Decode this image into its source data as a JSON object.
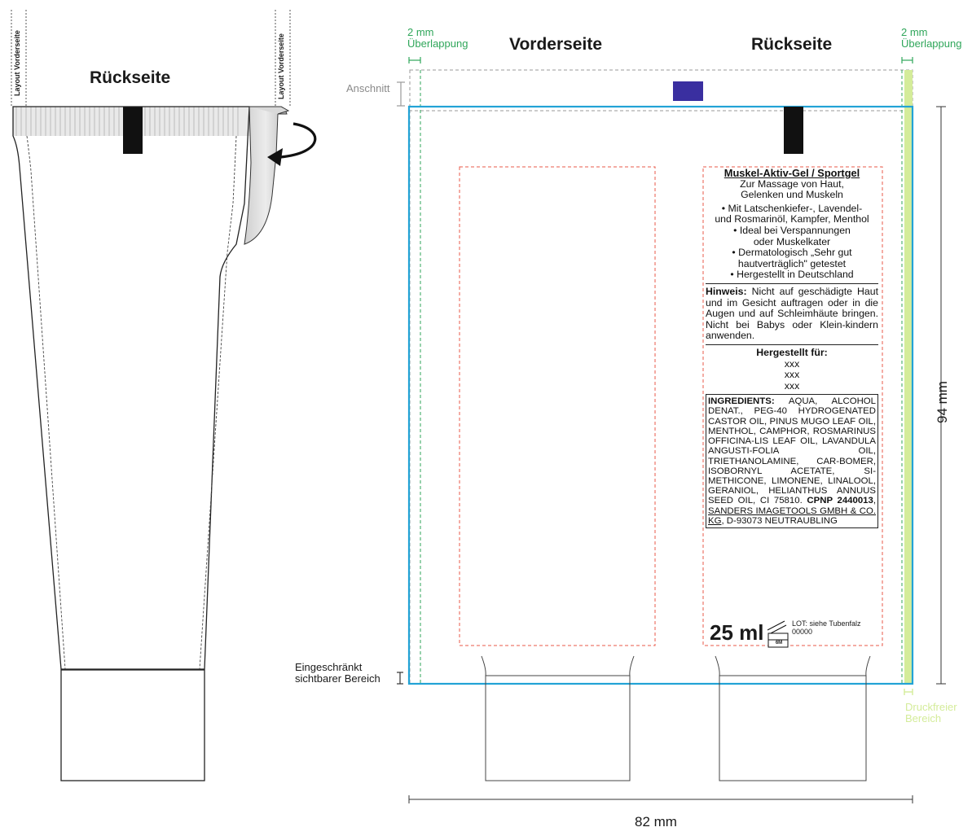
{
  "left_view": {
    "title": "Rückseite",
    "edge_label_left": "Layout Vorderseite",
    "edge_label_right": "Layout Vorderseite"
  },
  "right_view": {
    "title_front": "Vorderseite",
    "title_back": "Rückseite",
    "overlap_left": {
      "value": "2 mm",
      "text": "Überlappung"
    },
    "overlap_right": {
      "value": "2 mm",
      "text": "Überlappung"
    },
    "anschnitt": "Anschnitt",
    "restricted_area": {
      "line1": "Eingeschränkt",
      "line2": "sichtbarer Bereich"
    },
    "print_free": {
      "line1": "Druckfreier",
      "line2": "Bereich"
    },
    "height_dim": "94 mm",
    "width_dim": "82 mm"
  },
  "label": {
    "product": "Muskel-Aktiv-Gel / Sportgel",
    "subtitle1": "Zur Massage von Haut,",
    "subtitle2": "Gelenken und Muskeln",
    "bullet1a": "• Mit Latschenkiefer-, Lavendel-",
    "bullet1b": "und Rosmarinöl, Kampfer, Menthol",
    "bullet2a": "• Ideal bei Verspannungen",
    "bullet2b": "oder Muskelkater",
    "bullet3a": "• Dermatologisch „Sehr gut",
    "bullet3b": "hautverträglich\" getestet",
    "bullet4": "• Hergestellt in Deutschland",
    "hint_label": "Hinweis:",
    "hint_text": " Nicht auf geschädigte Haut und im Gesicht auftragen oder in die Augen und auf Schleimhäute bringen. Nicht bei Babys oder Klein-kindern anwenden.",
    "made_for": "Hergestellt für:",
    "addr1": "xxx",
    "addr2": "xxx",
    "addr3": "xxx",
    "ingredients_label": "INGREDIENTS:",
    "ingredients_text": " AQUA, ALCOHOL DENAT., PEG-40 HYDROGENATED CASTOR OIL, PINUS MUGO LEAF OIL, MENTHOL, CAMPHOR, ROSMARINUS OFFICINA-LIS LEAF OIL, LAVANDULA ANGUSTI-FOLIA OIL, TRIETHANOLAMINE, CAR-BOMER, ISOBORNYL ACETATE, SI-METHICONE, LIMONENE, LINALOOL, GERANIOL, HELIANTHUS ANNUUS SEED OIL, CI 75810. ",
    "cpnp": "CPNP 2440013",
    "comma": ", ",
    "company": "SANDERS IMAGETOOLS GMBH & CO. KG",
    "address": ", D-93073 NEUTRAUBLING",
    "volume": "25 ml",
    "pao": "6M",
    "lot1": "LOT: siehe Tubenfalz",
    "lot2": "00000"
  },
  "colors": {
    "trim_line": "#22a3d6",
    "overlap_guide": "#2fa65a",
    "safe_zone": "#e8584a",
    "print_free": "#d4ec9a",
    "color_mark": "#3a2fa0",
    "eye_mark": "#111111"
  }
}
